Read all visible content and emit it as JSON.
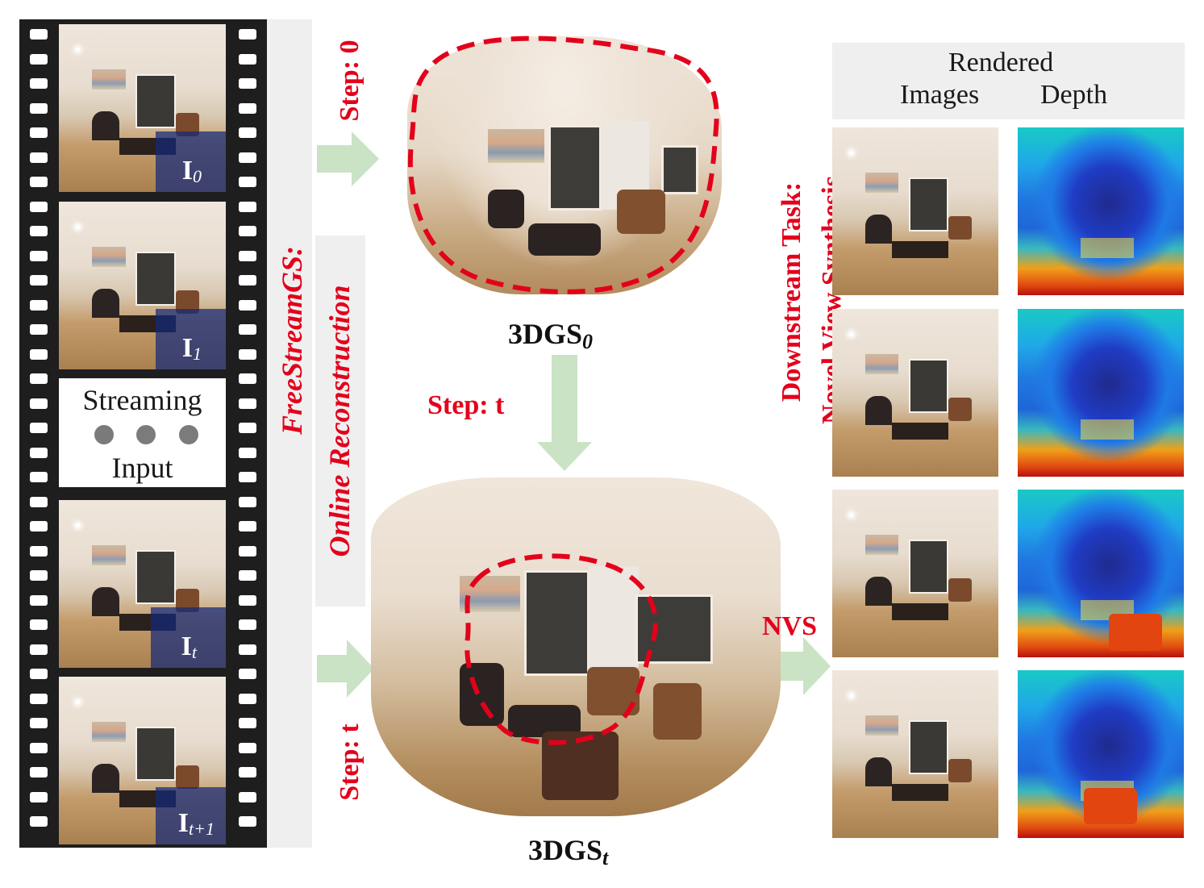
{
  "filmstrip": {
    "frames": [
      {
        "label": "I",
        "sub": "0"
      },
      {
        "label": "I",
        "sub": "1"
      },
      {
        "label": "I",
        "sub": "t"
      },
      {
        "label": "I",
        "sub": "t+1"
      }
    ],
    "streaming_top": "Streaming",
    "streaming_bottom": "Input"
  },
  "side_labels": {
    "method": "FreeStreamGS:",
    "online": "Online Reconstruction",
    "step0": "Step: 0",
    "step_t_bottom": "Step: t",
    "step_t_middle": "Step: t",
    "downstream_line1": "Downstream Task:",
    "downstream_line2": "Novel View Synthesis",
    "nvs": "NVS"
  },
  "captions": {
    "g0": {
      "main": "3DGS",
      "sub": "0"
    },
    "gt": {
      "main": "3DGS",
      "sub": "t"
    }
  },
  "panel": {
    "header_top": "Rendered",
    "header_left": "Images",
    "header_right": "Depth"
  },
  "colors": {
    "accent_red": "#e3001b",
    "arrow_green": "#c9e3c4",
    "film_black": "#1e1e1e",
    "band_gray": "#efefef"
  }
}
